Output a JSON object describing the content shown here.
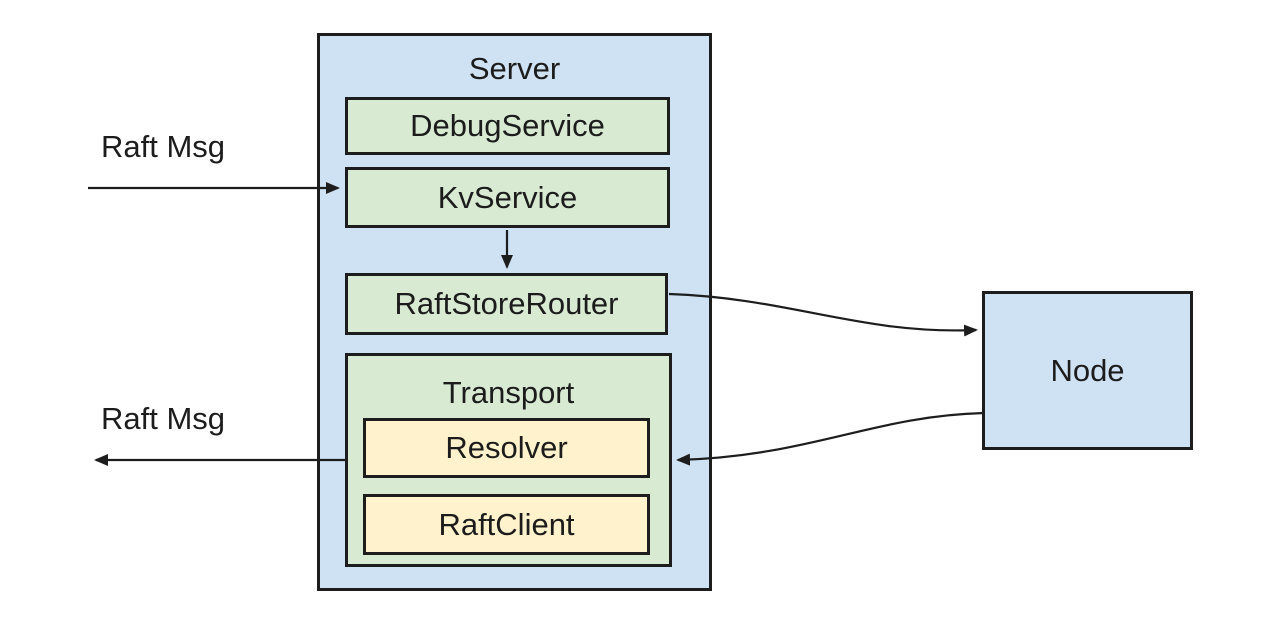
{
  "diagram": {
    "colors": {
      "background": "#ffffff",
      "container_fill": "#cfe2f3",
      "module_fill": "#d9ead3",
      "submodule_fill": "#fff2cc",
      "border": "#1d1d1d",
      "arrow": "#1d1d1d",
      "text": "#1c1c1c"
    },
    "server": {
      "title": "Server",
      "debug_service": "DebugService",
      "kv_service": "KvService",
      "raft_store_router": "RaftStoreRouter",
      "transport": {
        "title": "Transport",
        "resolver": "Resolver",
        "raft_client": "RaftClient"
      }
    },
    "node": {
      "label": "Node"
    },
    "annotations": {
      "raft_msg_in": "Raft Msg",
      "raft_msg_out": "Raft Msg"
    },
    "connections": [
      {
        "from": "Raft Msg (incoming)",
        "to": "KvService"
      },
      {
        "from": "KvService",
        "to": "RaftStoreRouter"
      },
      {
        "from": "RaftStoreRouter",
        "to": "Node"
      },
      {
        "from": "Node",
        "to": "Transport"
      },
      {
        "from": "Transport",
        "to": "Raft Msg (outgoing)"
      }
    ]
  }
}
